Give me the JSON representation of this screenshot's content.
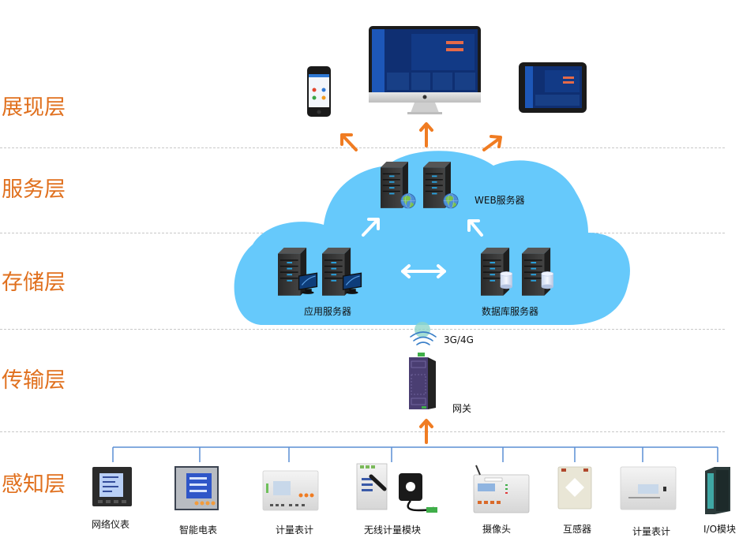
{
  "title": "IoT system architecture",
  "colors": {
    "layer_label": "#e0701e",
    "arrow_orange": "#f07c22",
    "cloud": "#66c9fb",
    "bus_line": "#5b8fd4",
    "separator": "#c8c8c8"
  },
  "layers": [
    {
      "id": "presentation",
      "label": "展现层"
    },
    {
      "id": "service",
      "label": "服务层"
    },
    {
      "id": "storage",
      "label": "存储层"
    },
    {
      "id": "transport",
      "label": "传输层"
    },
    {
      "id": "perception",
      "label": "感知层"
    }
  ],
  "presentation": {
    "devices": [
      {
        "name": "smartphone",
        "icon": "smartphone-icon"
      },
      {
        "name": "desktop-monitor",
        "icon": "monitor-icon"
      },
      {
        "name": "tablet",
        "icon": "tablet-icon"
      }
    ]
  },
  "cloud": {
    "web_servers_label": "WEB服务器",
    "app_servers_label": "应用服务器",
    "db_servers_label": "数据库服务器"
  },
  "transport": {
    "wireless_label": "3G/4G",
    "gateway_label": "网关"
  },
  "perception": {
    "devices": [
      {
        "label": "网络仪表",
        "icon": "network-meter-icon"
      },
      {
        "label": "智能电表",
        "icon": "smart-meter-icon"
      },
      {
        "label": "计量表计",
        "icon": "din-rail-meter-icon"
      },
      {
        "label": "无线计量模块",
        "icon": "wireless-module-icon"
      },
      {
        "label": "摄像头",
        "icon": "camera-module-icon"
      },
      {
        "label": "互感器",
        "icon": "current-transformer-icon"
      },
      {
        "label": "计量表计",
        "icon": "din-rail-meter-icon"
      },
      {
        "label": "I/O模块",
        "icon": "io-module-icon"
      }
    ]
  }
}
